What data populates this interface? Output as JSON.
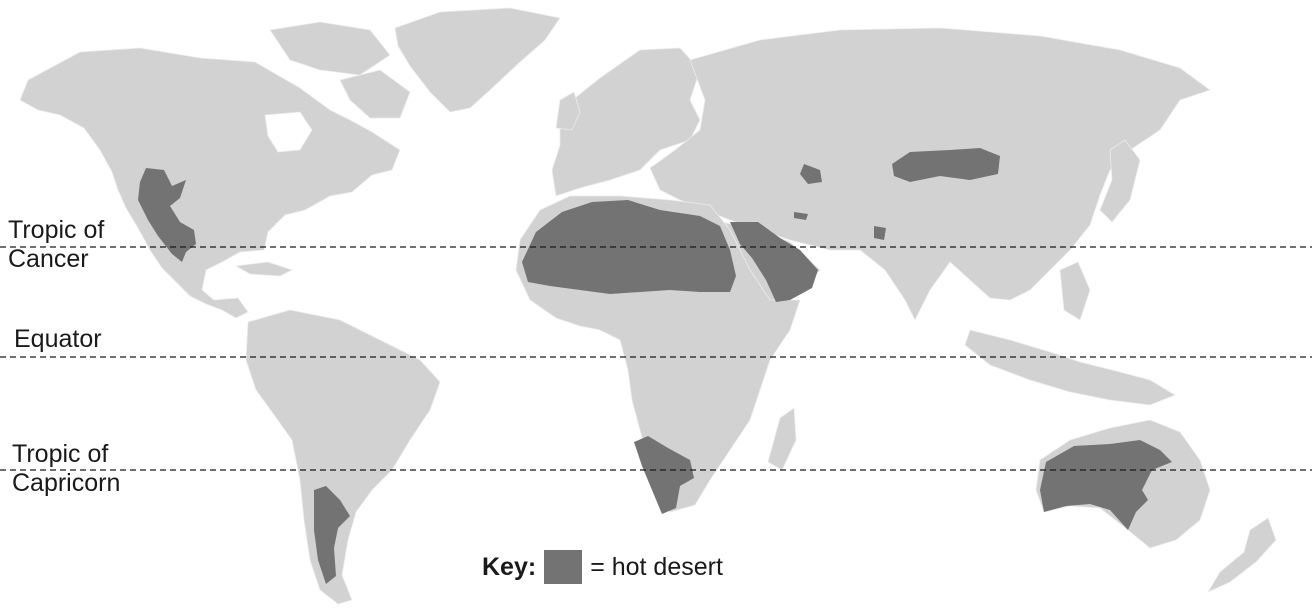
{
  "lines": {
    "tropic_cancer": [
      "Tropic of",
      "Cancer"
    ],
    "equator": "Equator",
    "tropic_capricorn": [
      "Tropic of",
      "Capricorn"
    ]
  },
  "key": {
    "title": "Key:",
    "text": "= hot desert"
  },
  "colors": {
    "land": "#d2d2d2",
    "desert": "#737373",
    "line": "#1a1a1a",
    "background": "#ffffff"
  }
}
